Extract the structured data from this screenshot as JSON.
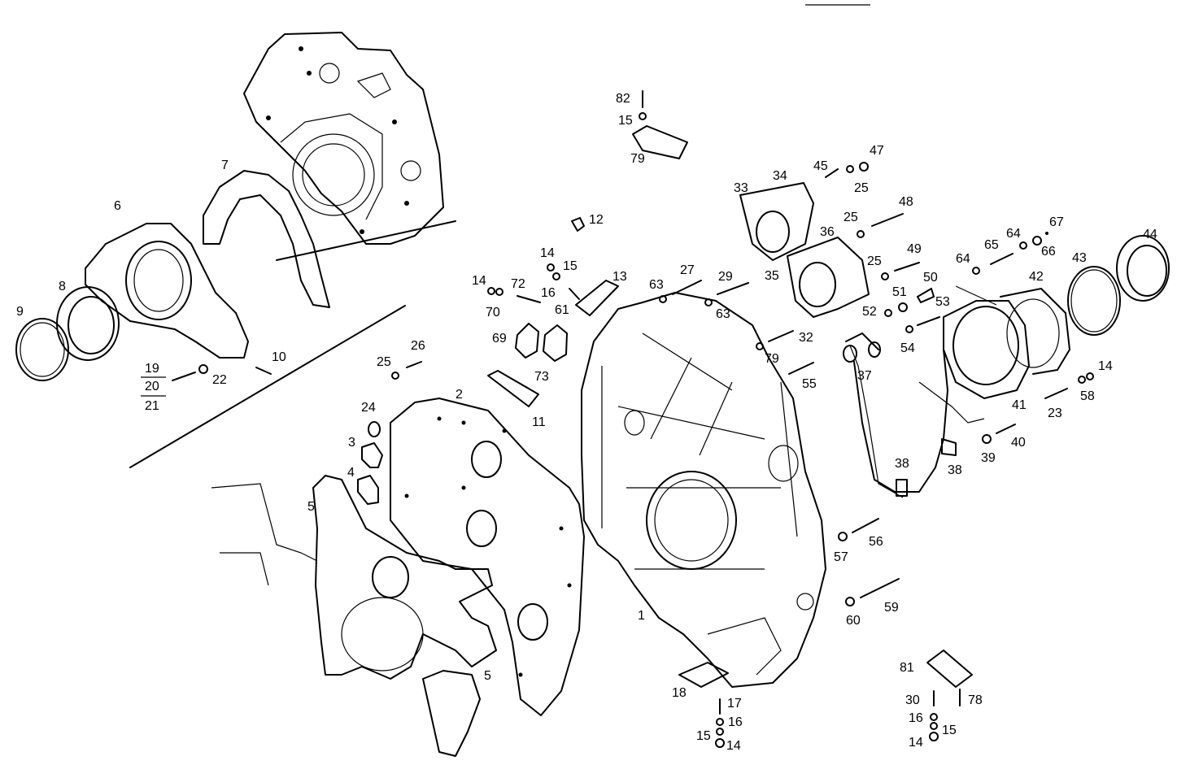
{
  "labels": [
    {
      "id": "1",
      "t": "1"
    },
    {
      "id": "2",
      "t": "2"
    },
    {
      "id": "3",
      "t": "3"
    },
    {
      "id": "4",
      "t": "4"
    },
    {
      "id": "5a",
      "t": "5"
    },
    {
      "id": "5b",
      "t": "5"
    },
    {
      "id": "6",
      "t": "6"
    },
    {
      "id": "7",
      "t": "7"
    },
    {
      "id": "8",
      "t": "8"
    },
    {
      "id": "9",
      "t": "9"
    },
    {
      "id": "10",
      "t": "10"
    },
    {
      "id": "11",
      "t": "11"
    },
    {
      "id": "12",
      "t": "12"
    },
    {
      "id": "13",
      "t": "13"
    },
    {
      "id": "14a",
      "t": "14"
    },
    {
      "id": "14b",
      "t": "14"
    },
    {
      "id": "14c",
      "t": "14"
    },
    {
      "id": "14d",
      "t": "14"
    },
    {
      "id": "14e",
      "t": "14"
    },
    {
      "id": "15a",
      "t": "15"
    },
    {
      "id": "15b",
      "t": "15"
    },
    {
      "id": "15c",
      "t": "15"
    },
    {
      "id": "15d",
      "t": "15"
    },
    {
      "id": "16a",
      "t": "16"
    },
    {
      "id": "16b",
      "t": "16"
    },
    {
      "id": "16c",
      "t": "16"
    },
    {
      "id": "17",
      "t": "17"
    },
    {
      "id": "18",
      "t": "18"
    },
    {
      "id": "22",
      "t": "22"
    },
    {
      "id": "23",
      "t": "23"
    },
    {
      "id": "24",
      "t": "24"
    },
    {
      "id": "25a",
      "t": "25"
    },
    {
      "id": "25b",
      "t": "25"
    },
    {
      "id": "25c",
      "t": "25"
    },
    {
      "id": "25d",
      "t": "25"
    },
    {
      "id": "26",
      "t": "26"
    },
    {
      "id": "27",
      "t": "27"
    },
    {
      "id": "29",
      "t": "29"
    },
    {
      "id": "30",
      "t": "30"
    },
    {
      "id": "32",
      "t": "32"
    },
    {
      "id": "33",
      "t": "33"
    },
    {
      "id": "34",
      "t": "34"
    },
    {
      "id": "35",
      "t": "35"
    },
    {
      "id": "36",
      "t": "36"
    },
    {
      "id": "37",
      "t": "37"
    },
    {
      "id": "38a",
      "t": "38"
    },
    {
      "id": "38b",
      "t": "38"
    },
    {
      "id": "39",
      "t": "39"
    },
    {
      "id": "40",
      "t": "40"
    },
    {
      "id": "41",
      "t": "41"
    },
    {
      "id": "42",
      "t": "42"
    },
    {
      "id": "43",
      "t": "43"
    },
    {
      "id": "44",
      "t": "44"
    },
    {
      "id": "45",
      "t": "45"
    },
    {
      "id": "47",
      "t": "47"
    },
    {
      "id": "48",
      "t": "48"
    },
    {
      "id": "49",
      "t": "49"
    },
    {
      "id": "50",
      "t": "50"
    },
    {
      "id": "51",
      "t": "51"
    },
    {
      "id": "52",
      "t": "52"
    },
    {
      "id": "53",
      "t": "53"
    },
    {
      "id": "54",
      "t": "54"
    },
    {
      "id": "55",
      "t": "55"
    },
    {
      "id": "56",
      "t": "56"
    },
    {
      "id": "57",
      "t": "57"
    },
    {
      "id": "58",
      "t": "58"
    },
    {
      "id": "59",
      "t": "59"
    },
    {
      "id": "60",
      "t": "60"
    },
    {
      "id": "61",
      "t": "61"
    },
    {
      "id": "63a",
      "t": "63"
    },
    {
      "id": "63b",
      "t": "63"
    },
    {
      "id": "64a",
      "t": "64"
    },
    {
      "id": "64b",
      "t": "64"
    },
    {
      "id": "65",
      "t": "65"
    },
    {
      "id": "66",
      "t": "66"
    },
    {
      "id": "67",
      "t": "67"
    },
    {
      "id": "69",
      "t": "69"
    },
    {
      "id": "70",
      "t": "70"
    },
    {
      "id": "72",
      "t": "72"
    },
    {
      "id": "73",
      "t": "73"
    },
    {
      "id": "78",
      "t": "78"
    },
    {
      "id": "79a",
      "t": "79"
    },
    {
      "id": "79b",
      "t": "79"
    },
    {
      "id": "81",
      "t": "81"
    },
    {
      "id": "82",
      "t": "82"
    }
  ],
  "fraction": {
    "top": "19",
    "mid": "20",
    "bottom": "21"
  }
}
